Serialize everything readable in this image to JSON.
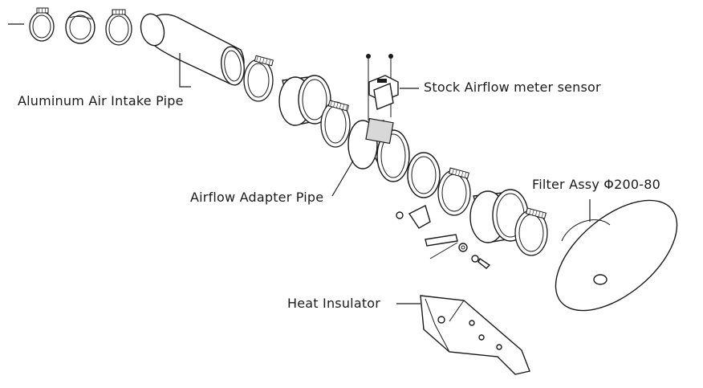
{
  "labels": {
    "intake_pipe": "Aluminum Air Intake Pipe",
    "airflow_sensor": "Stock Airflow meter sensor",
    "adapter_pipe": "Airflow Adapter Pipe",
    "filter": "Filter Assy Φ200-80",
    "heat_insulator": "Heat Insulator"
  },
  "colors": {
    "line": "#1a1a1a",
    "background": "#ffffff"
  }
}
